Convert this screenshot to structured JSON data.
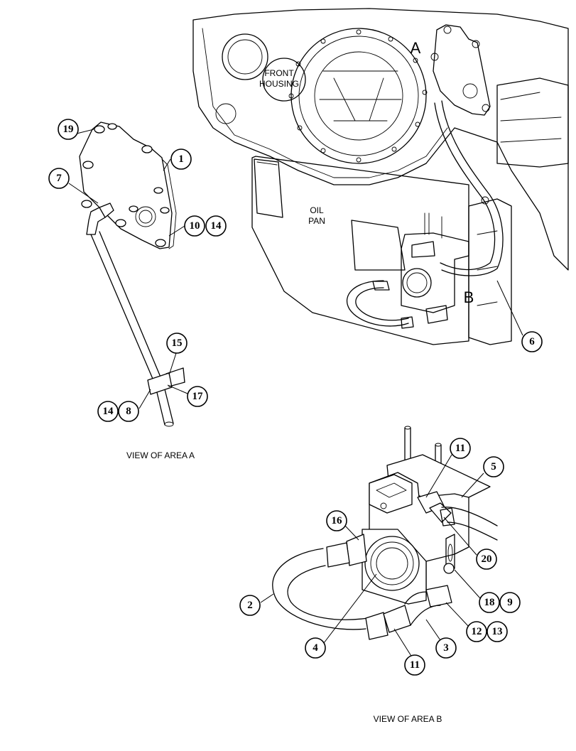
{
  "labels": {
    "front_housing_line1": "FRONT",
    "front_housing_line2": "HOUSING",
    "oil_pan_line1": "OIL",
    "oil_pan_line2": "PAN",
    "area_a": "A",
    "area_b": "B",
    "view_a_caption": "VIEW OF AREA A",
    "view_b_caption": "VIEW OF AREA B"
  },
  "callouts": {
    "c19": "19",
    "c1": "1",
    "c7": "7",
    "c10": "10",
    "c14a": "14",
    "c15": "15",
    "c17": "17",
    "c14b": "14",
    "c8": "8",
    "c6": "6",
    "c11a": "11",
    "c5": "5",
    "c16": "16",
    "c20": "20",
    "c18": "18",
    "c9": "9",
    "c2": "2",
    "c12": "12",
    "c13": "13",
    "c4": "4",
    "c3": "3",
    "c11b": "11"
  }
}
